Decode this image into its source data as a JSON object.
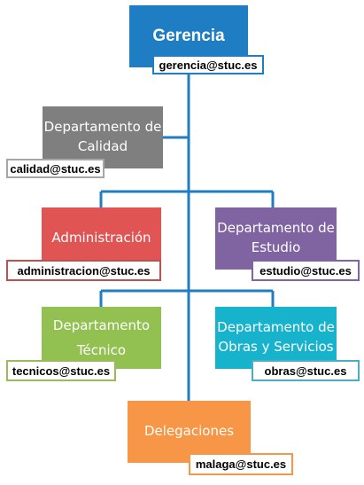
{
  "nodes": {
    "gerencia": {
      "label": "Gerencia",
      "email": "gerencia@stuc.es",
      "color": "#1F7DC3",
      "border": "#1F7DC3"
    },
    "calidad": {
      "label": "Departamento de\nCalidad",
      "email": "calidad@stuc.es",
      "color": "#7F7F7F",
      "border": "#A6A6A6"
    },
    "administracion": {
      "label": "Administración",
      "email": "administracion@stuc.es",
      "color": "#E05454",
      "border": "#C0504D"
    },
    "estudio": {
      "label": "Departamento de\nEstudio",
      "email": "estudio@stuc.es",
      "color": "#8064A2",
      "border": "#8064A2"
    },
    "tecnico": {
      "label": "Departamento\nTécnico",
      "email": "tecnicos@stuc.es",
      "color": "#92C152",
      "border": "#9BBB59"
    },
    "obras": {
      "label": "Departamento de\nObras y Servicios",
      "email": "obras@stuc.es",
      "color": "#17B2CC",
      "border": "#4BACC6"
    },
    "delegaciones": {
      "label": "Delegaciones",
      "email": "malaga@stuc.es",
      "color": "#F79646",
      "border": "#F79646"
    }
  },
  "connector_color": "#1F7DC3"
}
